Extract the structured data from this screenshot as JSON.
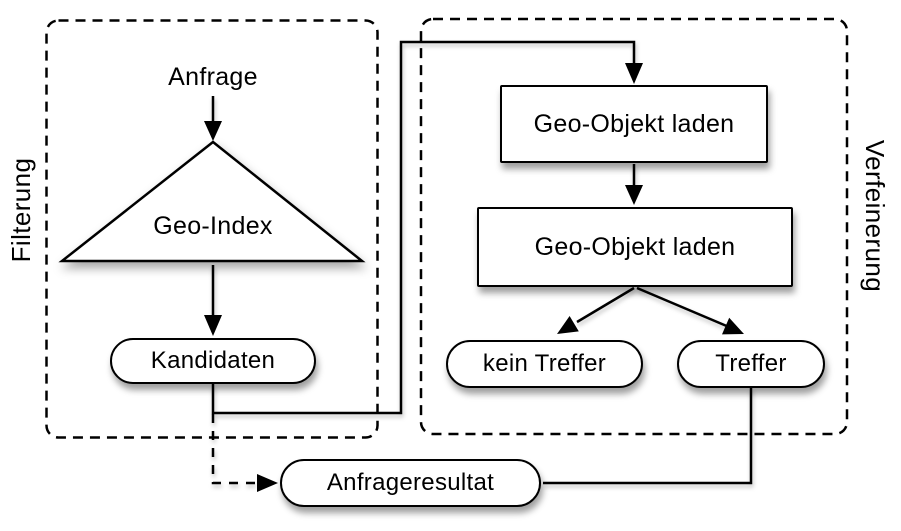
{
  "diagram": {
    "colors": {
      "stroke": "#000000",
      "node_fill": "#ffffff",
      "background": "#ffffff",
      "shadow": "rgba(0,0,0,0.38)"
    },
    "groups": {
      "filterung": {
        "label": "Filterung",
        "border_style": "dashed"
      },
      "verfeinerung": {
        "label": "Verfeinerung",
        "border_style": "dashed"
      }
    },
    "nodes": {
      "anfrage": {
        "label": "Anfrage",
        "shape": "text"
      },
      "geo_index": {
        "label": "Geo-Index",
        "shape": "triangle"
      },
      "kandidaten": {
        "label": "Kandidaten",
        "shape": "rounded"
      },
      "geo_objekt_laden_1": {
        "label": "Geo-Objekt laden",
        "shape": "rect"
      },
      "geo_objekt_laden_2": {
        "label": "Geo-Objekt laden",
        "shape": "rect"
      },
      "kein_treffer": {
        "label": "kein Treffer",
        "shape": "rounded"
      },
      "treffer": {
        "label": "Treffer",
        "shape": "rounded"
      },
      "anfrageresultat": {
        "label": "Anfrageresultat",
        "shape": "rounded"
      }
    },
    "edges": [
      {
        "from": "anfrage",
        "to": "geo_index",
        "style": "solid-arrow"
      },
      {
        "from": "geo_index",
        "to": "kandidaten",
        "style": "solid-arrow"
      },
      {
        "from": "kandidaten",
        "to": "geo_objekt_laden_1",
        "style": "solid-arrow"
      },
      {
        "from": "geo_objekt_laden_1",
        "to": "geo_objekt_laden_2",
        "style": "solid-arrow"
      },
      {
        "from": "geo_objekt_laden_2",
        "to": "kein_treffer",
        "style": "solid-arrow"
      },
      {
        "from": "geo_objekt_laden_2",
        "to": "treffer",
        "style": "solid-arrow"
      },
      {
        "from": "treffer",
        "to": "anfrageresultat",
        "style": "solid-line"
      },
      {
        "from": "kandidaten",
        "to": "anfrageresultat",
        "style": "dashed-arrow"
      }
    ]
  }
}
